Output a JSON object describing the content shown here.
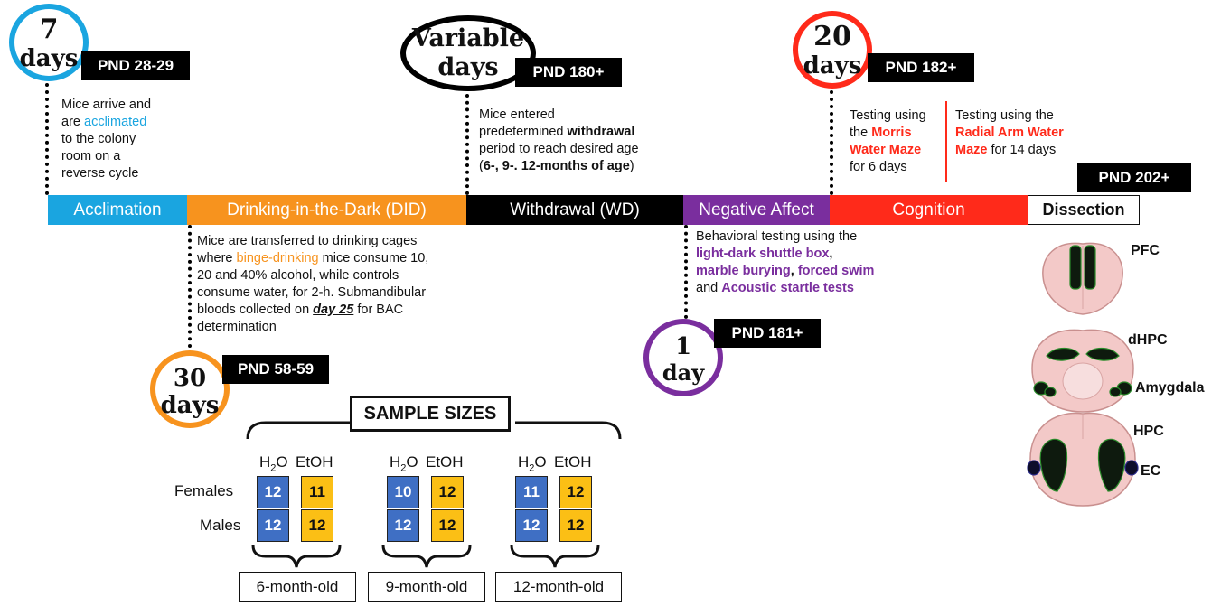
{
  "circles": {
    "c7": {
      "num": "7",
      "unit": "days"
    },
    "c_var": {
      "num": "Variable",
      "unit": "days"
    },
    "c20": {
      "num": "20",
      "unit": "days"
    },
    "c30": {
      "num": "30",
      "unit": "days"
    },
    "c1": {
      "num": "1",
      "unit": "day"
    }
  },
  "pnd": {
    "p1": "PND 28-29",
    "p2": "PND 180+",
    "p3": "PND 182+",
    "p4": "PND 202+",
    "p5": "PND 58-59",
    "p6": "PND 181+"
  },
  "desc": {
    "acclimation": {
      "l1": "Mice arrive and",
      "l2a": "are ",
      "l2b": "acclimated",
      "l3": "to the colony",
      "l4": "room on a",
      "l5": "reverse cycle"
    },
    "withdrawal": {
      "l1": "Mice entered",
      "l2a": "predetermined ",
      "l2b": "withdrawal",
      "l3": "period to reach desired age",
      "l4a": "(",
      "l4b": "6-, 9-. 12-months of age",
      "l4c": ")"
    },
    "cog_left": {
      "l1": "Testing using",
      "l2a": "the ",
      "l2b": "Morris",
      "l3": "Water Maze",
      "l4": "for 6 days"
    },
    "cog_right": {
      "l1": "Testing using the",
      "l2": "Radial Arm Water",
      "l3a": "Maze",
      "l3b": " for 14 days"
    },
    "did": {
      "l1": "Mice are transferred to drinking cages",
      "l2a": "where ",
      "l2b": "binge-drinking",
      "l2c": " mice consume 10,",
      "l3": "20 and 40% alcohol, while controls",
      "l4": "consume water, for 2-h. Submandibular",
      "l5a": "bloods collected on ",
      "l5b": "day 25",
      "l5c": " for BAC",
      "l6": "determination"
    },
    "negative": {
      "l1": "Behavioral testing using the",
      "l2a": "light-dark shuttle box",
      "l2b": ",",
      "l3a": "marble burying",
      "l3b": ", ",
      "l3c": "forced swim",
      "l4a": "and ",
      "l4b": "Acoustic startle tests"
    }
  },
  "timeline": [
    {
      "label": "Acclimation",
      "color": "#1aa5e0"
    },
    {
      "label": "Drinking-in-the-Dark (DID)",
      "color": "#f7931e"
    },
    {
      "label": "Withdrawal (WD)",
      "color": "#000000"
    },
    {
      "label": "Negative Affect",
      "color": "#7a2e9e"
    },
    {
      "label": "Cognition",
      "color": "#ff2a1a"
    },
    {
      "label": "Dissection",
      "color": "#ffffff"
    }
  ],
  "samples": {
    "title": "SAMPLE SIZES",
    "col_h2o_main": "H",
    "col_h2o_sub": "2",
    "col_h2o_end": "O",
    "col_etoh": "EtOH",
    "row_female": "Females",
    "row_male": "Males",
    "groups": [
      {
        "age": "6-month-old",
        "female": [
          "12",
          "11"
        ],
        "male": [
          "12",
          "12"
        ]
      },
      {
        "age": "9-month-old",
        "female": [
          "10",
          "12"
        ],
        "male": [
          "12",
          "12"
        ]
      },
      {
        "age": "12-month-old",
        "female": [
          "11",
          "12"
        ],
        "male": [
          "12",
          "12"
        ]
      }
    ]
  },
  "brain": {
    "pfc": "PFC",
    "dhpc": "dHPC",
    "amygdala": "Amygdala",
    "hpc": "HPC",
    "ec": "EC"
  },
  "colors": {
    "blue": "#1aa5e0",
    "orange": "#f7931e",
    "purple": "#7a2e9e",
    "red": "#ff2a1a",
    "h2o_cell": "#3f6fc4",
    "etoh_cell": "#fbbf15",
    "brain": "#f3c9c8",
    "region": "#0e1a0e"
  }
}
